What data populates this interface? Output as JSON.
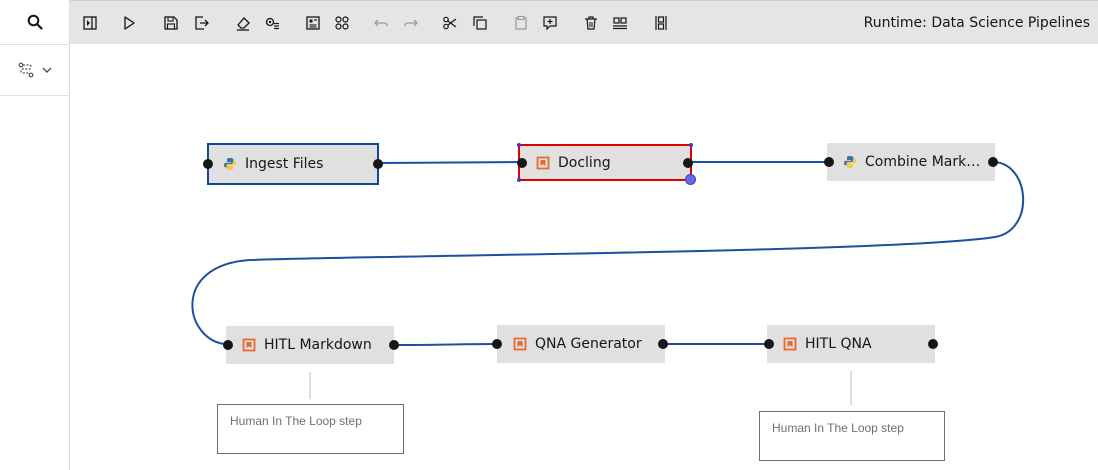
{
  "toolbar": {
    "search_icon": "search-icon",
    "palette_icon": "flow-palette-icon",
    "buttons": [
      {
        "name": "open-panel-button",
        "icon": "panel-open-icon",
        "tooltip": "Open panel"
      },
      {
        "name": "run-pipeline-button",
        "icon": "play-icon",
        "tooltip": "Run Pipeline"
      },
      {
        "name": "save-pipeline-button",
        "icon": "save-icon",
        "tooltip": "Save Pipeline"
      },
      {
        "name": "export-pipeline-button",
        "icon": "export-icon",
        "tooltip": "Export Pipeline"
      },
      {
        "name": "clear-pipeline-button",
        "icon": "eraser-icon",
        "tooltip": "Clear Pipeline"
      },
      {
        "name": "pipeline-properties-button",
        "icon": "settings-list-icon",
        "tooltip": "Pipeline Properties"
      },
      {
        "name": "open-runtimes-button",
        "icon": "runtimes-icon",
        "tooltip": "Open Runtimes"
      },
      {
        "name": "open-components-button",
        "icon": "components-icon",
        "tooltip": "Open Components"
      },
      {
        "name": "undo-button",
        "icon": "undo-icon",
        "tooltip": "Undo"
      },
      {
        "name": "redo-button",
        "icon": "redo-icon",
        "tooltip": "Redo"
      },
      {
        "name": "cut-button",
        "icon": "cut-icon",
        "tooltip": "Cut"
      },
      {
        "name": "copy-button",
        "icon": "copy-icon",
        "tooltip": "Copy"
      },
      {
        "name": "paste-button",
        "icon": "paste-icon",
        "tooltip": "Paste"
      },
      {
        "name": "add-comment-button",
        "icon": "comment-add-icon",
        "tooltip": "Add Comment"
      },
      {
        "name": "delete-button",
        "icon": "trash-icon",
        "tooltip": "Delete"
      },
      {
        "name": "arrange-horizontal-button",
        "icon": "arrange-horizontal-icon",
        "tooltip": "Arrange Horizontally"
      },
      {
        "name": "arrange-vertical-button",
        "icon": "arrange-vertical-icon",
        "tooltip": "Arrange Vertically"
      }
    ],
    "runtime_label": "Runtime: Data Science Pipelines"
  },
  "nodes": [
    {
      "id": "ingest-files",
      "label": "Ingest Files",
      "type": "python",
      "state": "selected"
    },
    {
      "id": "docling",
      "label": "Docling",
      "type": "notebook",
      "state": "error-selected"
    },
    {
      "id": "combine-markdown",
      "label": "Combine Mark…",
      "type": "python",
      "state": "normal"
    },
    {
      "id": "hitl-markdown",
      "label": "HITL Markdown",
      "type": "notebook",
      "state": "normal"
    },
    {
      "id": "qna-generator",
      "label": "QNA Generator",
      "type": "notebook",
      "state": "normal"
    },
    {
      "id": "hitl-qna",
      "label": "HITL QNA",
      "type": "notebook",
      "state": "normal"
    }
  ],
  "comments": [
    {
      "id": "comment-hitl-markdown",
      "text": "Human In The Loop step"
    },
    {
      "id": "comment-hitl-qna",
      "text": "Human In The Loop step"
    }
  ],
  "colors": {
    "link": "#1f4fa0",
    "selected_border": "#0f4a96",
    "error_border": "#e00000",
    "notebook_icon": "#e8692e",
    "python_blue": "#3776ab",
    "python_yellow": "#f7c948",
    "node_bg": "#e0e0e0",
    "toolbar_bg": "#e5e5e5"
  }
}
